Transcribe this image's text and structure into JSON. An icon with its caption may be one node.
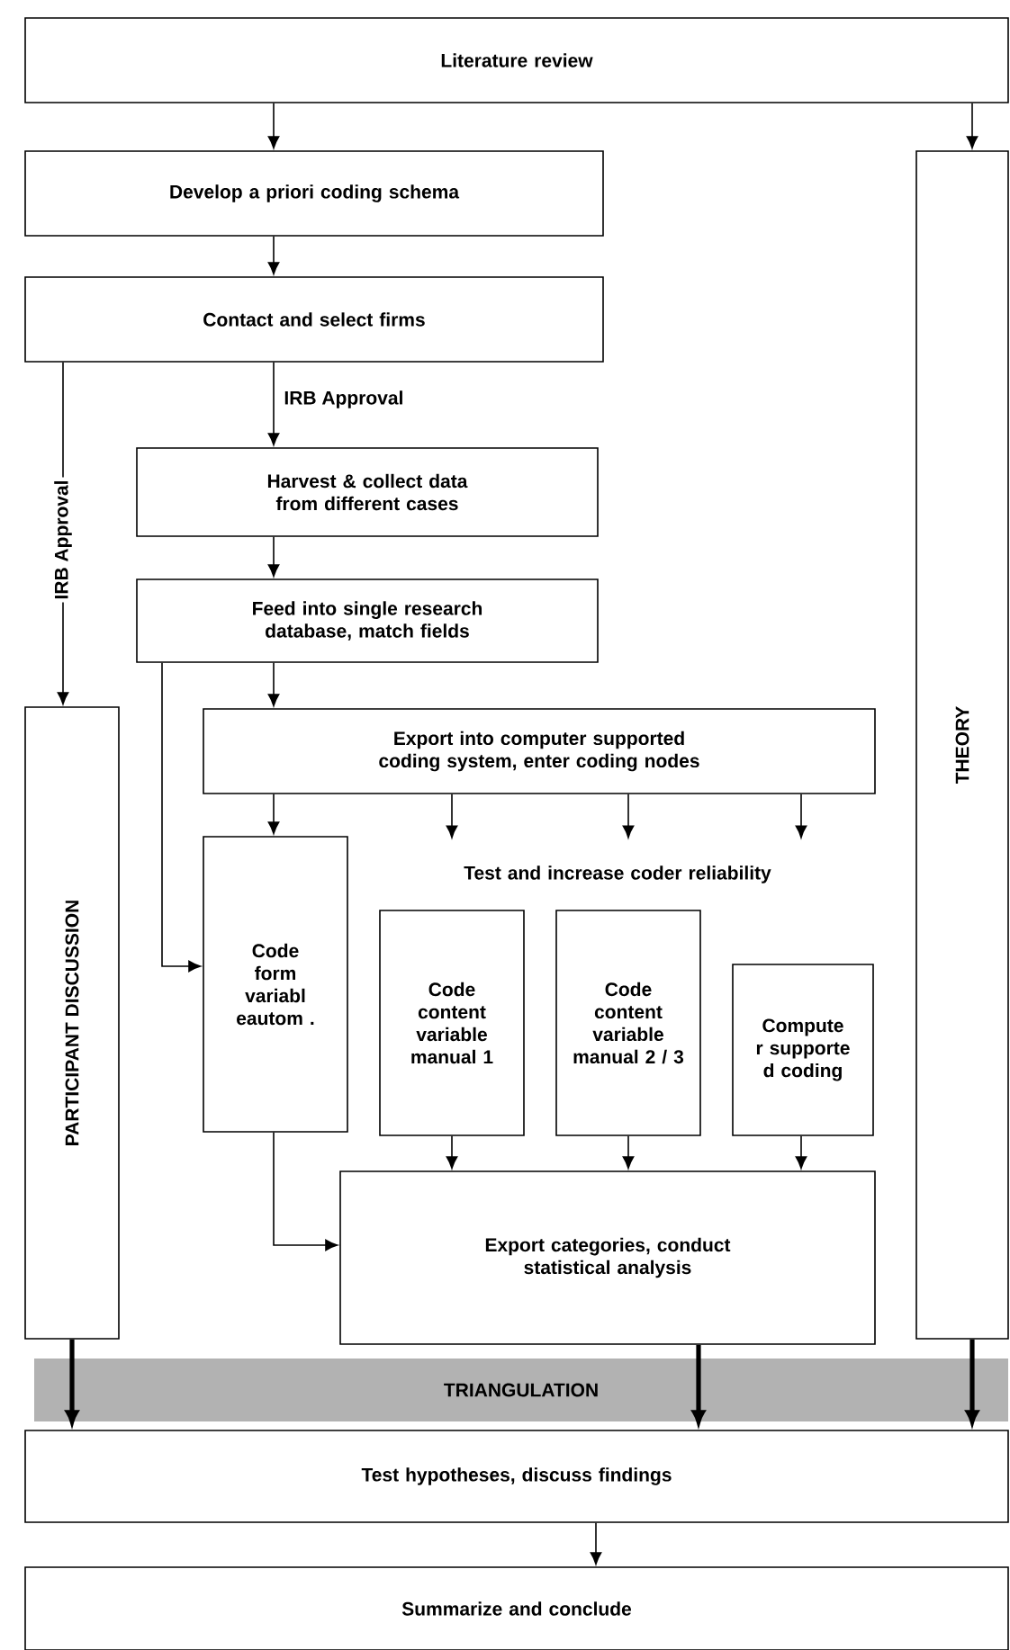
{
  "diagram": {
    "nodes": [
      {
        "text": [
          "Literature review"
        ]
      },
      {
        "text": [
          "Develop a priori coding schema"
        ]
      },
      {
        "text": [
          "Contact and select firms"
        ]
      },
      {
        "text": [
          "Harvest & collect data from different cases"
        ]
      },
      {
        "text": [
          "Feed into single research database, match fields"
        ]
      },
      {
        "text": [
          "Export into computer supported coding system, enter coding nodes"
        ]
      },
      {
        "text": [
          "Code form variabl eautom ."
        ]
      },
      {
        "text": [
          "Test and increase coder reliability"
        ]
      },
      {
        "text": [
          "Code content variable manual 1"
        ]
      },
      {
        "text": [
          "Code content variable manual 2 / 3"
        ]
      },
      {
        "text": [
          "Compute r supporte d coding"
        ]
      },
      {
        "text": [
          "Export categories, conduct statistical analysis"
        ]
      },
      {
        "text": [
          "PARTICIPANT DISCUSSION"
        ]
      },
      {
        "text": [
          "THEORY"
        ]
      },
      {
        "text": [
          "Test hypotheses, discuss findings"
        ]
      },
      {
        "text": [
          "Summarize and conclude"
        ]
      }
    ],
    "edges": [
      {
        "from": 0,
        "to": 1,
        "arrow": "to"
      },
      {
        "from": 0,
        "to": 13,
        "arrow": "to"
      },
      {
        "from": 1,
        "to": 2,
        "arrow": "to"
      },
      {
        "from": 2,
        "to": 3,
        "arrow": "to",
        "label": "IRB Approval"
      },
      {
        "from": 2,
        "to": 12,
        "arrow": "to",
        "label": "IRB Approval"
      },
      {
        "from": 3,
        "to": 4,
        "arrow": "to"
      },
      {
        "from": 4,
        "to": 5,
        "arrow": "to"
      },
      {
        "from": 4,
        "to": 6,
        "arrow": "to"
      },
      {
        "from": 5,
        "to": 6,
        "arrow": "to"
      },
      {
        "from": 5,
        "to": 7,
        "arrow": "to"
      },
      {
        "from": 5,
        "to": 7,
        "arrow": "to"
      },
      {
        "from": 5,
        "to": 7,
        "arrow": "to"
      },
      {
        "from": 6,
        "to": 11,
        "arrow": "to"
      },
      {
        "from": 8,
        "to": 11,
        "arrow": "to"
      },
      {
        "from": 9,
        "to": 11,
        "arrow": "to"
      },
      {
        "from": 10,
        "to": 11,
        "arrow": "to"
      },
      {
        "from": 12,
        "to": 14,
        "arrow": "to",
        "style": "thick"
      },
      {
        "from": 11,
        "to": 14,
        "arrow": "to",
        "style": "thick"
      },
      {
        "from": 13,
        "to": 14,
        "arrow": "to",
        "style": "thick"
      },
      {
        "from": 14,
        "to": 15,
        "arrow": "to"
      }
    ],
    "labels": [
      "TRIANGULATION"
    ]
  }
}
